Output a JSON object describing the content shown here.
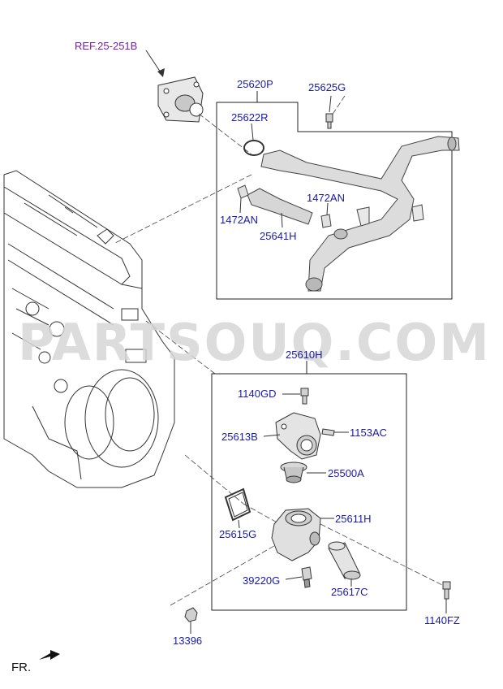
{
  "watermark": "PARTSOUQ.COM",
  "labels": {
    "ref": "REF.25-251B",
    "p25620P": "25620P",
    "p25625G": "25625G",
    "p25622R": "25622R",
    "p1472AN_right": "1472AN",
    "p1472AN_left": "1472AN",
    "p25641H": "25641H",
    "p25610H": "25610H",
    "p1140GD": "1140GD",
    "p25613B": "25613B",
    "p1153AC": "1153AC",
    "p25500A": "25500A",
    "p25611H": "25611H",
    "p25615G": "25615G",
    "p39220G": "39220G",
    "p25617C": "25617C",
    "p1140FZ": "1140FZ",
    "p13396": "13396",
    "fr": "FR."
  },
  "colors": {
    "part_label": "#1a1aa6",
    "ref_label": "#7a1fa2",
    "line": "#222222",
    "watermark": "#d6d6d6"
  }
}
